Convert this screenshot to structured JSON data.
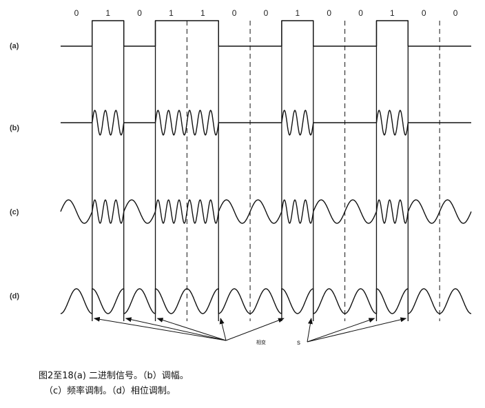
{
  "bits": [
    "0",
    "1",
    "0",
    "1",
    "1",
    "0",
    "0",
    "1",
    "0",
    "0",
    "1",
    "0",
    "0"
  ],
  "row_labels": [
    "(a)",
    "(b)",
    "(c)",
    "(d)"
  ],
  "annotations": {
    "phase_change": "相变",
    "s": "s"
  },
  "caption": {
    "line1": "图2至18(a) 二进制信号。（b）调幅。",
    "line2": "（c）频率调制。（d）相位调制。"
  }
}
